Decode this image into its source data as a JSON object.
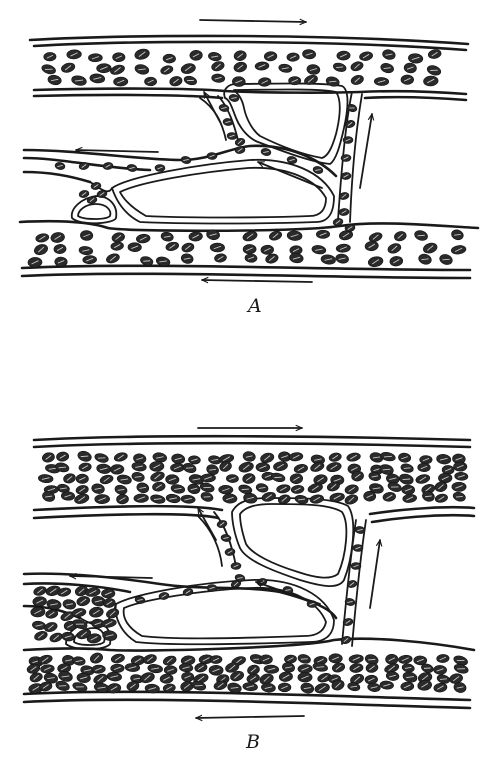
{
  "figure": {
    "panels": [
      {
        "id": "A",
        "label": "A",
        "cell_density": "sparse"
      },
      {
        "id": "B",
        "label": "B",
        "cell_density": "dense"
      }
    ],
    "ink_color": "#1a1a1a",
    "background_color": "#ffffff"
  }
}
